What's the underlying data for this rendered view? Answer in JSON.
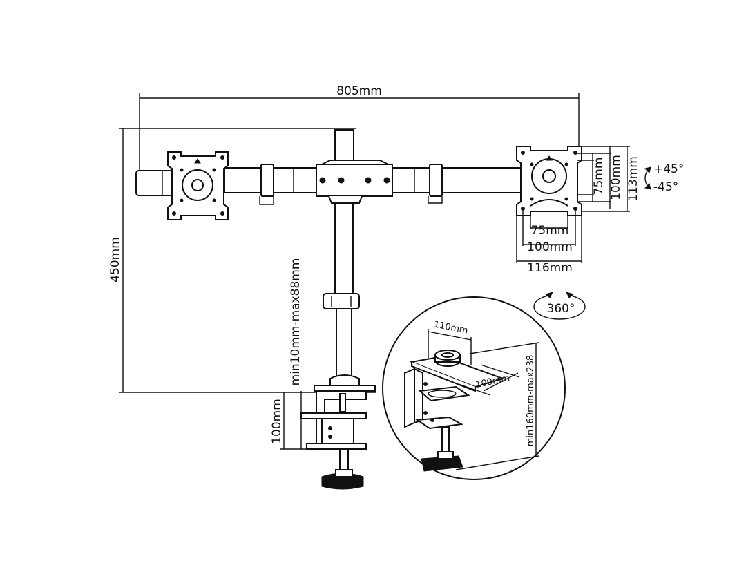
{
  "dimensions": {
    "total_width": "805mm",
    "total_height": "450mm",
    "vesa_75_h": "75mm",
    "vesa_100_h": "100mm",
    "plate_113_h": "113mm",
    "vesa_75_w": "75mm",
    "vesa_100_w": "100mm",
    "plate_116_w": "116mm",
    "clamp_height": "100mm",
    "desk_range": "min10mm-max88mm",
    "tilt_up": "+45°",
    "tilt_down": "-45°",
    "rotation": "360°"
  },
  "detail": {
    "plate_width": "110mm",
    "plate_depth": "100mm",
    "clamp_range": "min160mm-max238"
  }
}
